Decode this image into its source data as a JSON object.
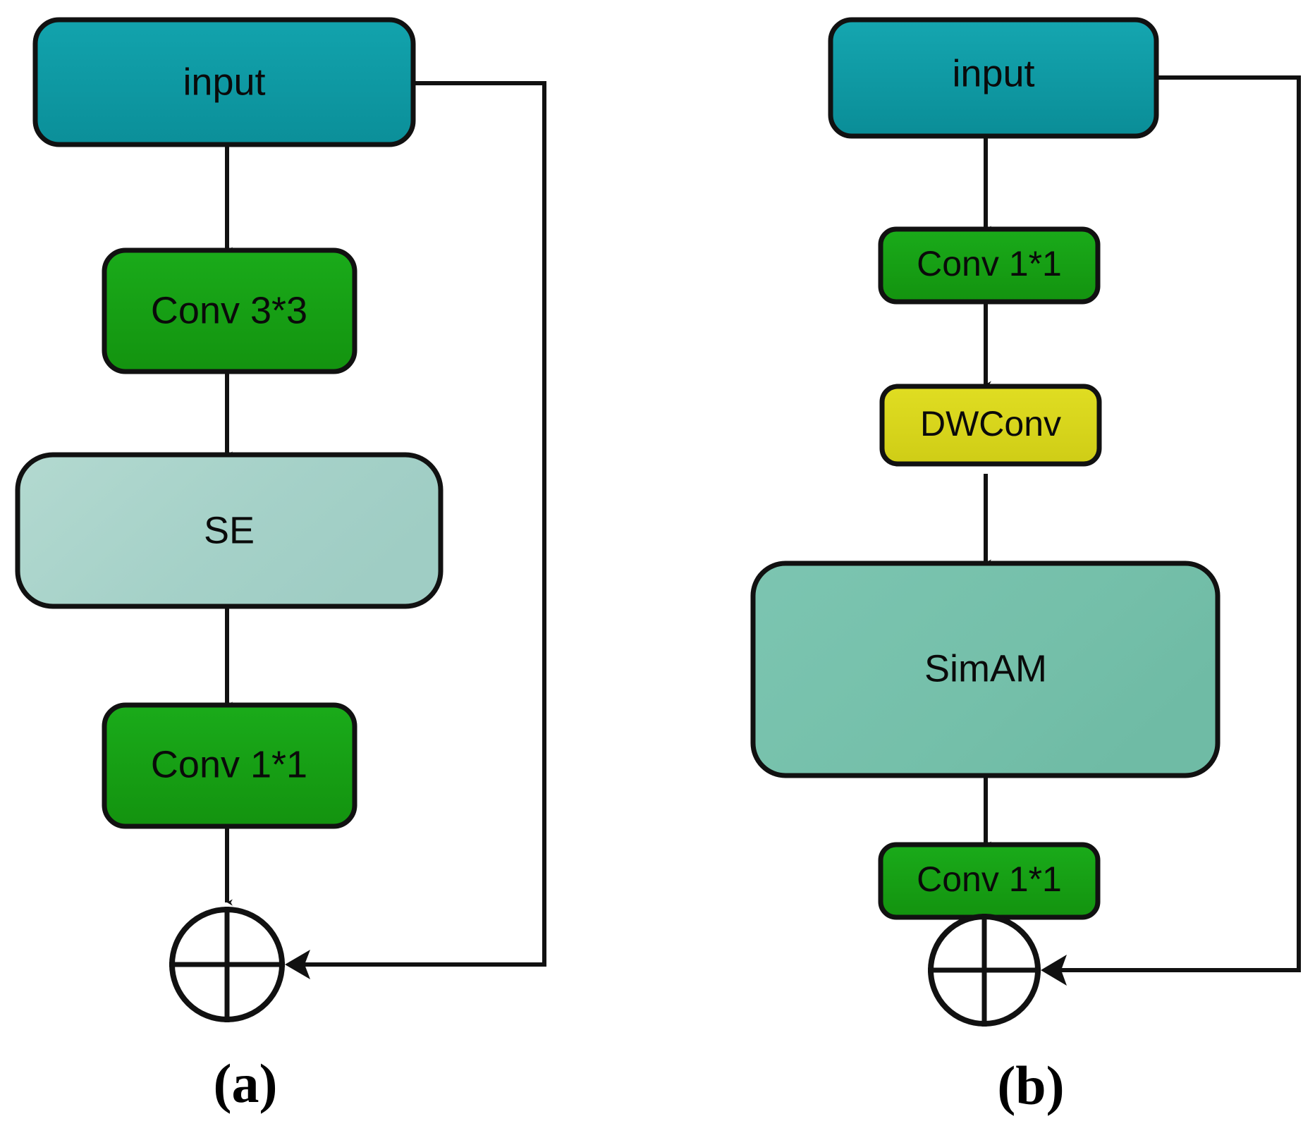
{
  "figure": {
    "title": "Residual block comparison diagram",
    "background_color": "#ffffff",
    "panels": [
      {
        "id": "a",
        "caption": "(a)",
        "nodes": [
          {
            "id": "input-a",
            "label": "input",
            "type": "input",
            "color": "#0d9aa4"
          },
          {
            "id": "conv33",
            "label": "Conv 3*3",
            "type": "conv",
            "color": "#17a117"
          },
          {
            "id": "se",
            "label": "SE",
            "type": "attention",
            "color": "#a8d3cb"
          },
          {
            "id": "conv11-a",
            "label": "Conv 1*1",
            "type": "conv",
            "color": "#17a117"
          },
          {
            "id": "sum-a",
            "label": "⊕",
            "type": "sum",
            "color": "#ffffff"
          }
        ],
        "edges": [
          {
            "from": "input-a",
            "to": "conv33",
            "kind": "arrow"
          },
          {
            "from": "conv33",
            "to": "se",
            "kind": "arrow"
          },
          {
            "from": "se",
            "to": "conv11-a",
            "kind": "arrow"
          },
          {
            "from": "conv11-a",
            "to": "sum-a",
            "kind": "arrow"
          },
          {
            "from": "input-a",
            "to": "sum-a",
            "kind": "residual-skip"
          }
        ]
      },
      {
        "id": "b",
        "caption": "(b)",
        "nodes": [
          {
            "id": "input-b",
            "label": "input",
            "type": "input",
            "color": "#0d9aa4"
          },
          {
            "id": "conv11-b1",
            "label": "Conv 1*1",
            "type": "conv",
            "color": "#17a117"
          },
          {
            "id": "dwconv",
            "label": "DWConv",
            "type": "dwconv",
            "color": "#d9d71e"
          },
          {
            "id": "simam",
            "label": "SimAM",
            "type": "attention",
            "color": "#79c2ae"
          },
          {
            "id": "conv11-b2",
            "label": "Conv 1*1",
            "type": "conv",
            "color": "#17a117"
          },
          {
            "id": "sum-b",
            "label": "⊕",
            "type": "sum",
            "color": "#ffffff"
          }
        ],
        "edges": [
          {
            "from": "input-b",
            "to": "conv11-b1",
            "kind": "arrow"
          },
          {
            "from": "conv11-b1",
            "to": "dwconv",
            "kind": "arrow"
          },
          {
            "from": "dwconv",
            "to": "simam",
            "kind": "arrow"
          },
          {
            "from": "simam",
            "to": "conv11-b2",
            "kind": "arrow"
          },
          {
            "from": "conv11-b2",
            "to": "sum-b",
            "kind": "arrow"
          },
          {
            "from": "input-b",
            "to": "sum-b",
            "kind": "residual-skip"
          }
        ]
      }
    ],
    "colors": {
      "input_teal": "#0d9aa4",
      "conv_green": "#17a117",
      "dwconv_yellow": "#d9d71e",
      "se_light_teal": "#a8d3cb",
      "simam_teal_green": "#79c2ae",
      "stroke_black": "#111111",
      "text_black": "#0a0a0a",
      "sum_white": "#ffffff"
    }
  },
  "labels": {
    "input_a": "input",
    "conv_3x3": "Conv 3*3",
    "se": "SE",
    "conv_1x1_a": "Conv 1*1",
    "caption_a": "(a)",
    "input_b": "input",
    "conv_1x1_b1": "Conv 1*1",
    "dwconv": "DWConv",
    "simam": "SimAM",
    "conv_1x1_b2": "Conv 1*1",
    "caption_b": "(b)"
  }
}
